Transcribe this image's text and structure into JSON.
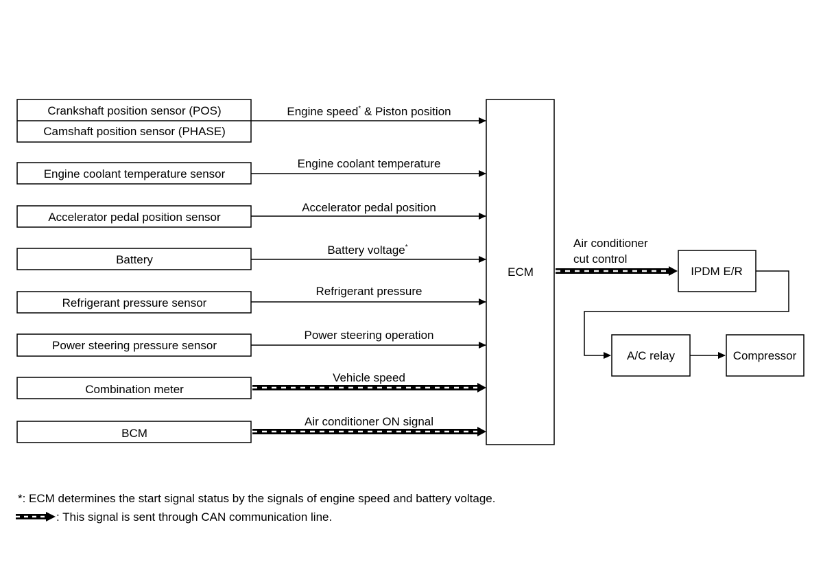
{
  "inputs": {
    "crank": {
      "sensor_a": "Crankshaft position sensor (POS)",
      "sensor_b": "Camshaft position sensor (PHASE)",
      "signal": "Engine speed",
      "signal_mark": "*",
      "signal_rest": " & Piston position"
    },
    "ect": {
      "sensor": "Engine coolant temperature sensor",
      "signal": "Engine coolant temperature"
    },
    "app": {
      "sensor": "Accelerator pedal position sensor",
      "signal": "Accelerator pedal position"
    },
    "battery": {
      "sensor": "Battery",
      "signal": "Battery voltage",
      "signal_mark": "*"
    },
    "refrigerant": {
      "sensor": "Refrigerant pressure sensor",
      "signal": "Refrigerant pressure"
    },
    "ps": {
      "sensor": "Power steering pressure sensor",
      "signal": "Power steering operation"
    },
    "meter": {
      "sensor": "Combination meter",
      "signal": "Vehicle speed"
    },
    "bcm": {
      "sensor": "BCM",
      "signal": "Air conditioner ON signal"
    }
  },
  "ecm": {
    "label": "ECM"
  },
  "output": {
    "signal_line1": "Air conditioner",
    "signal_line2": "cut control",
    "ipdm": "IPDM E/R",
    "relay": "A/C relay",
    "compressor": "Compressor"
  },
  "notes": {
    "asterisk": "*: ECM determines the start signal status by the signals of engine speed and battery voltage.",
    "can": ": This signal is sent through CAN communication line."
  }
}
